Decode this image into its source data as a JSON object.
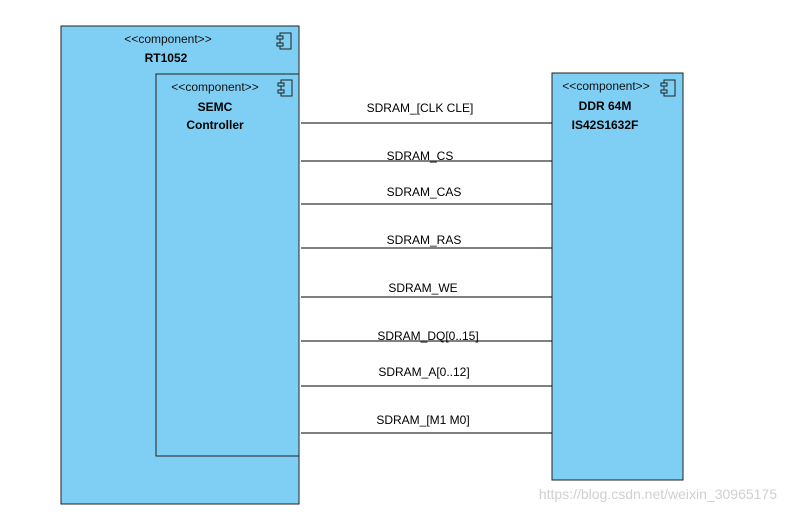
{
  "components": {
    "rt1052": {
      "stereotype": "<<component>>",
      "name": "RT1052"
    },
    "semc": {
      "stereotype": "<<component>>",
      "name_line1": "SEMC",
      "name_line2": "Controller"
    },
    "ddr": {
      "stereotype": "<<component>>",
      "name_line1": "DDR 64M",
      "name_line2": "IS42S1632F"
    }
  },
  "connections": [
    {
      "label": "SDRAM_[CLK CLE]"
    },
    {
      "label": "SDRAM_CS"
    },
    {
      "label": "SDRAM_CAS"
    },
    {
      "label": "SDRAM_RAS"
    },
    {
      "label": "SDRAM_WE"
    },
    {
      "label": "SDRAM_DQ[0..15]"
    },
    {
      "label": "SDRAM_A[0..12]"
    },
    {
      "label": "SDRAM_[M1 M0]"
    }
  ],
  "watermark": "https://blog.csdn.net/weixin_30965175",
  "colors": {
    "component_fill": "#7fcff4",
    "border": "#222222",
    "line": "#000000"
  }
}
